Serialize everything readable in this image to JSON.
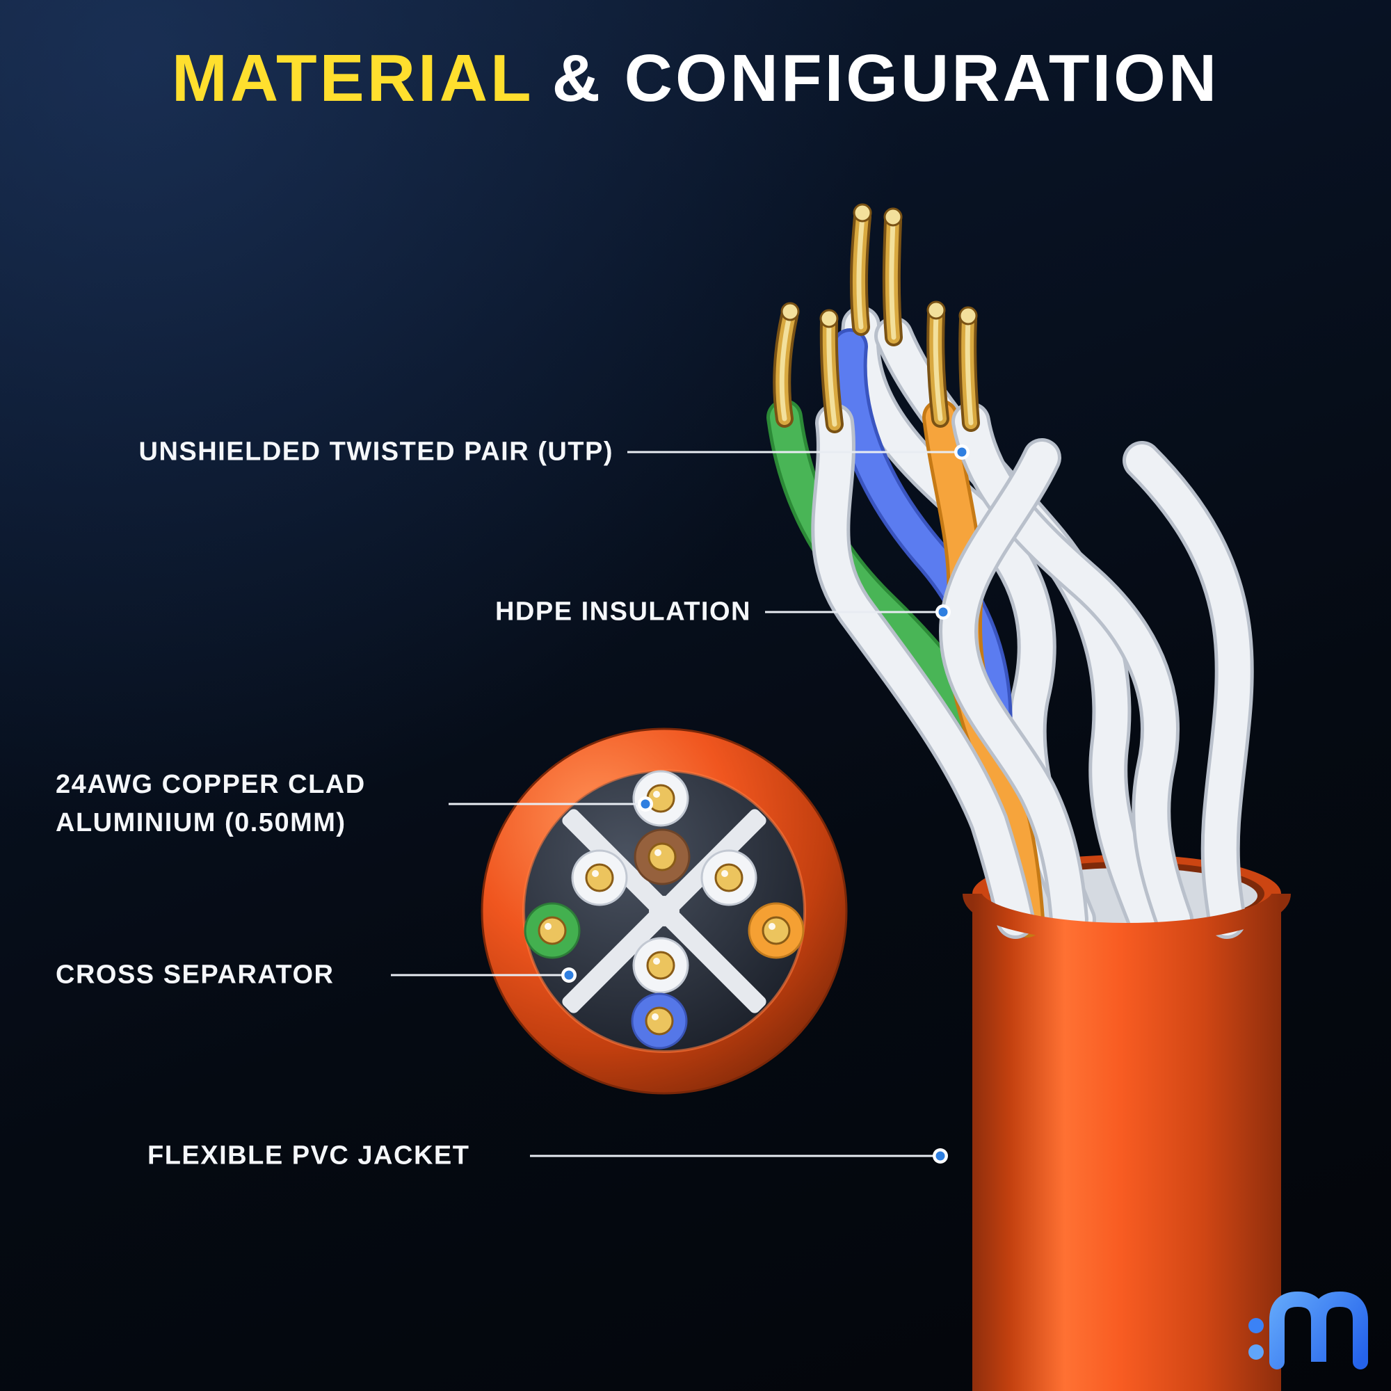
{
  "title": {
    "highlight": "MATERIAL",
    "rest": "& CONFIGURATION"
  },
  "labels": {
    "utp": "UNSHIELDED TWISTED PAIR (UTP)",
    "hdpe": "HDPE INSULATION",
    "copper_line1": "24AWG COPPER CLAD",
    "copper_line2": "ALUMINIUM (0.50MM)",
    "cross": "CROSS SEPARATOR",
    "jacket": "FLEXIBLE PVC JACKET"
  },
  "diagram": {
    "subject": "cat6-ethernet-cable-cutaway",
    "callouts": [
      {
        "text": "UNSHIELDED TWISTED PAIR (UTP)",
        "target": "twisted-wire-pairs"
      },
      {
        "text": "HDPE INSULATION",
        "target": "wire-insulation"
      },
      {
        "text": "24AWG COPPER CLAD ALUMINIUM (0.50MM)",
        "target": "copper-conductor-cross-section"
      },
      {
        "text": "CROSS SEPARATOR",
        "target": "cross-separator"
      },
      {
        "text": "FLEXIBLE PVC JACKET",
        "target": "pvc-jacket"
      }
    ]
  },
  "colors": {
    "background_top": "#0e1c33",
    "background_bottom": "#03050a",
    "title_highlight": "#ffdf2e",
    "title_rest": "#ffffff",
    "label_text": "#f5f7fa",
    "jacket_orange": "#f0561f",
    "wire_white": "#eef1f5",
    "wire_green": "#49b556",
    "wire_blue": "#5b7cf0",
    "wire_orange": "#f6a43c",
    "wire_brown": "#96613d",
    "conductor_gold": "#d9a940",
    "callout_dot_blue": "#2f7fe0",
    "brand_blue": "#3b82f6"
  }
}
